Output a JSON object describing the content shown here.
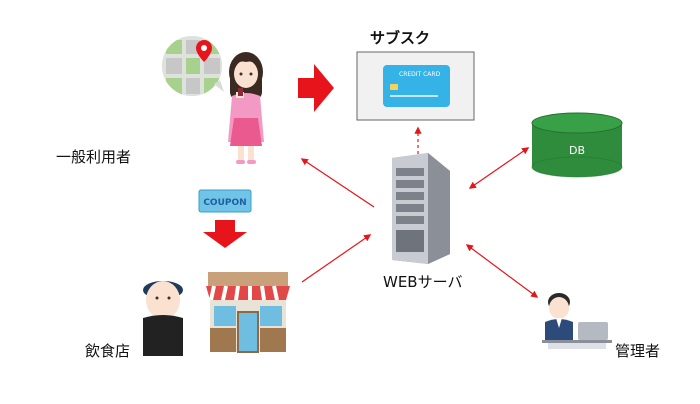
{
  "nodes": {
    "general_user": {
      "label": "一般利用者"
    },
    "subscription": {
      "label": "サブスク",
      "card_text": "CREDIT CARD"
    },
    "db": {
      "label": "DB"
    },
    "restaurant": {
      "label": "飲食店"
    },
    "web_server": {
      "label": "WEBサーバ"
    },
    "admin": {
      "label": "管理者"
    },
    "coupon": {
      "label": "COUPON"
    }
  },
  "colors": {
    "arrow": "#e8141b",
    "db_body": "#2f8c3c",
    "db_top": "#38a046",
    "card": "#35b2e6",
    "pink": "#f39ac4",
    "server": "#b9bcc4"
  }
}
